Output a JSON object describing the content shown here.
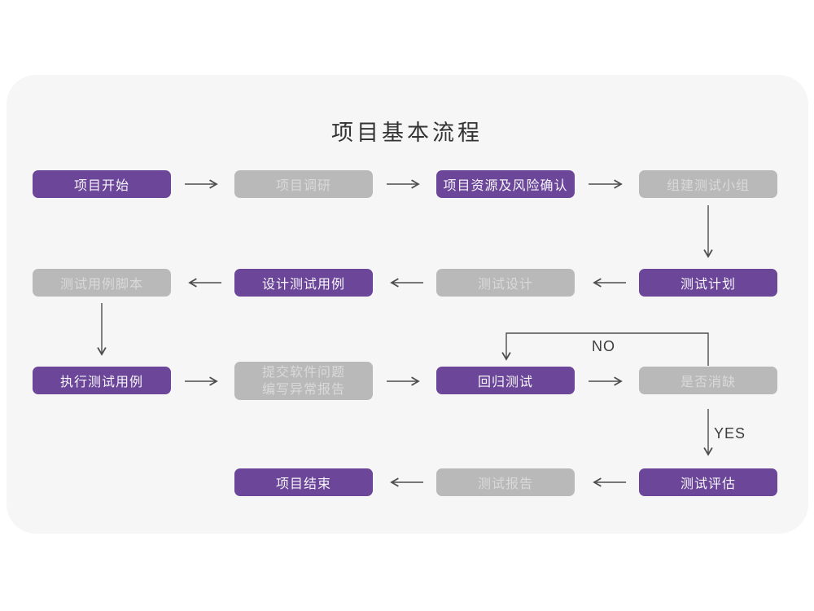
{
  "title": "项目基本流程",
  "colors": {
    "page_background": "#ffffff",
    "card_background": "#f6f6f7",
    "node_primary": "#6b4699",
    "node_secondary": "#b9b9b9",
    "node_primary_text": "#f7f5fa",
    "node_secondary_text": "#d9d9d9",
    "connector_line": "#4d4d4d",
    "branch_label_text": "#3d3d3d",
    "title_text": "#333333"
  },
  "nodes": {
    "project_start": {
      "label": "项目开始",
      "type": "primary"
    },
    "project_research": {
      "label": "项目调研",
      "type": "secondary"
    },
    "risk_confirm": {
      "label": "项目资源及风险确认",
      "type": "primary"
    },
    "build_team": {
      "label": "组建测试小组",
      "type": "secondary"
    },
    "case_script": {
      "label": "测试用例脚本",
      "type": "secondary"
    },
    "design_case": {
      "label": "设计测试用例",
      "type": "primary"
    },
    "test_design": {
      "label": "测试设计",
      "type": "secondary"
    },
    "test_plan": {
      "label": "测试计划",
      "type": "primary"
    },
    "execute_case": {
      "label": "执行测试用例",
      "type": "primary"
    },
    "submit_issue": {
      "lines": [
        "提交软件问题",
        "编写异常报告"
      ],
      "type": "secondary"
    },
    "regression_test": {
      "label": "回归测试",
      "type": "primary"
    },
    "defect_cleared": {
      "label": "是否消缺",
      "type": "secondary"
    },
    "project_end": {
      "label": "项目结束",
      "type": "primary"
    },
    "test_report": {
      "label": "测试报告",
      "type": "secondary"
    },
    "test_evaluate": {
      "label": "测试评估",
      "type": "primary"
    }
  },
  "branch_labels": {
    "no": "NO",
    "yes": "YES"
  }
}
